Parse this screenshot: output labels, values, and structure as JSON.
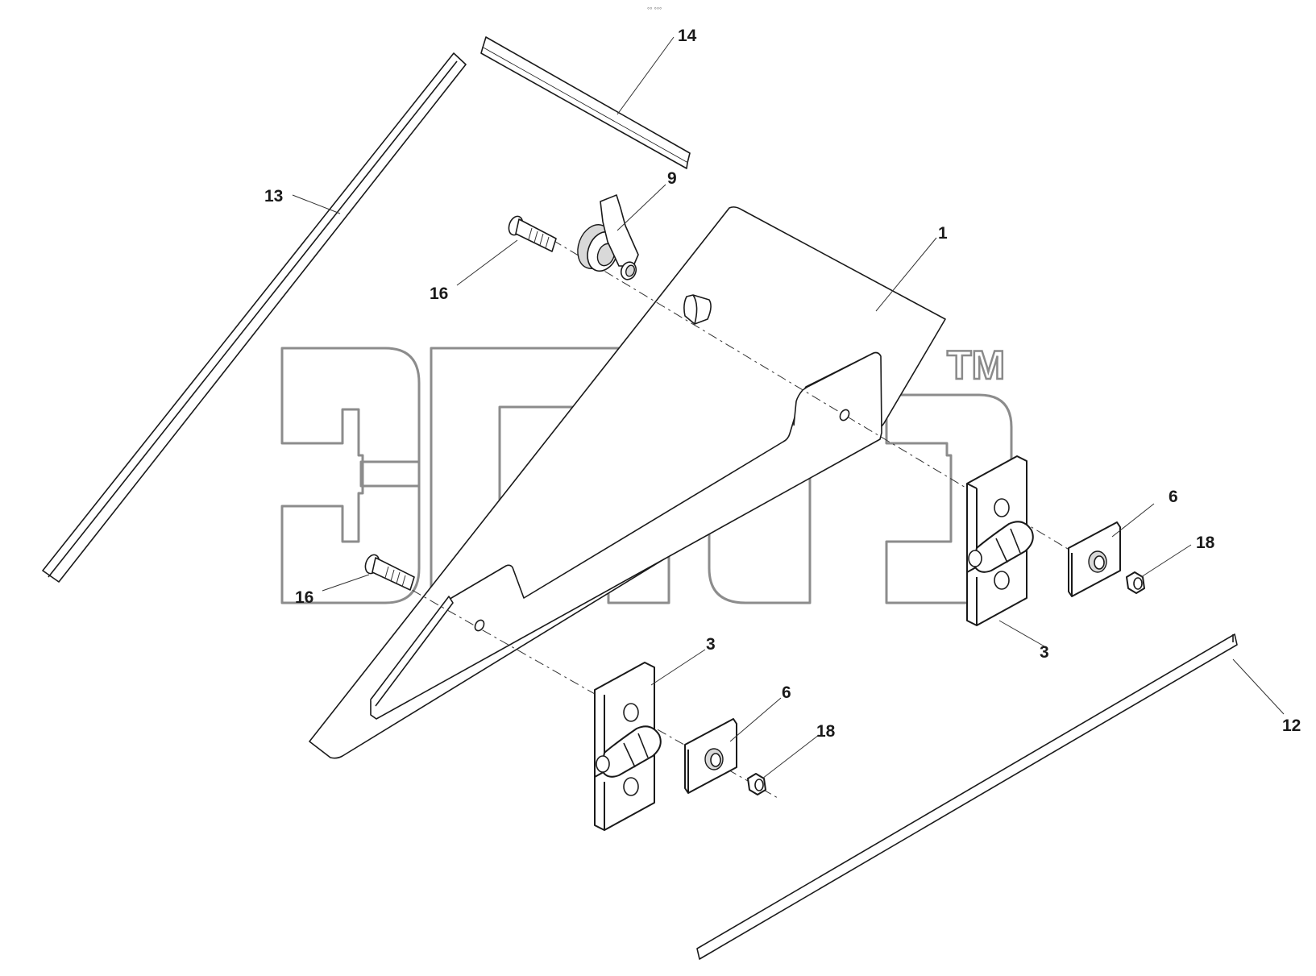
{
  "drawing": {
    "top_marks": "°° °°°",
    "watermark": {
      "icon": "epc-logo-watermark",
      "trademark": "TM"
    },
    "callouts": [
      {
        "id": "c14",
        "label": "14"
      },
      {
        "id": "c13",
        "label": "13"
      },
      {
        "id": "c9",
        "label": "9"
      },
      {
        "id": "c1",
        "label": "1"
      },
      {
        "id": "c16a",
        "label": "16"
      },
      {
        "id": "c16b",
        "label": "16"
      },
      {
        "id": "c6a",
        "label": "6"
      },
      {
        "id": "c18a",
        "label": "18"
      },
      {
        "id": "c3a",
        "label": "3"
      },
      {
        "id": "c3b",
        "label": "3"
      },
      {
        "id": "c6b",
        "label": "6"
      },
      {
        "id": "c18b",
        "label": "18"
      },
      {
        "id": "c12",
        "label": "12"
      }
    ]
  }
}
